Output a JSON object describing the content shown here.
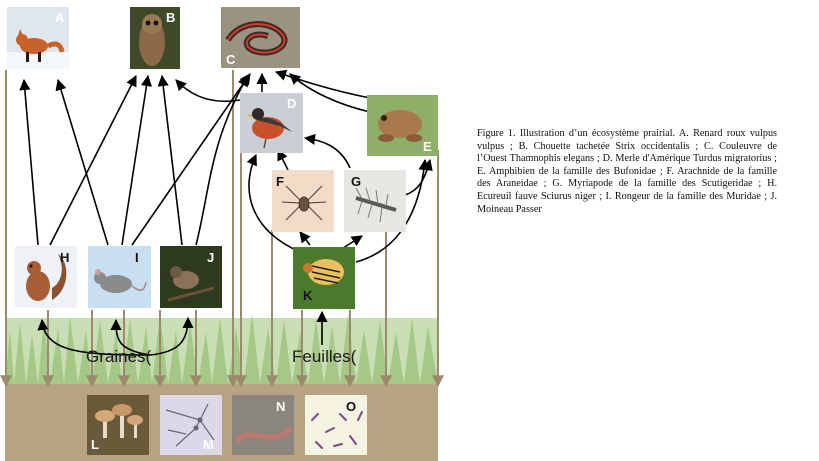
{
  "organisms": {
    "A": {
      "letter": "A",
      "icon": "fox-icon"
    },
    "B": {
      "letter": "B",
      "icon": "owl-icon"
    },
    "C": {
      "letter": "C",
      "icon": "snake-icon"
    },
    "D": {
      "letter": "D",
      "icon": "robin-icon"
    },
    "E": {
      "letter": "E",
      "icon": "toad-icon"
    },
    "F": {
      "letter": "F",
      "icon": "spider-icon"
    },
    "G": {
      "letter": "G",
      "icon": "centipede-icon"
    },
    "H": {
      "letter": "H",
      "icon": "squirrel-icon"
    },
    "I": {
      "letter": "I",
      "icon": "mouse-icon"
    },
    "J": {
      "letter": "J",
      "icon": "sparrow-icon"
    },
    "K": {
      "letter": "K",
      "icon": "beetle-icon"
    },
    "L": {
      "letter": "L",
      "icon": "mushroom-icon"
    },
    "M": {
      "letter": "M",
      "icon": "mold-icon"
    },
    "N": {
      "letter": "N",
      "icon": "earthworm-icon"
    },
    "O": {
      "letter": "O",
      "icon": "bacteria-icon"
    }
  },
  "labels": {
    "seeds": "Graines(",
    "leaves": "Feuilles("
  },
  "caption": {
    "text": "Figure 1. Illustration d’un écosystème prairial. A. Renard roux vulpus vulpus ; B. Chouette tachetée Strix occidentalis ; C. Couleuvre de l’Ouest Thamnophis elegans ; D. Merle d'Amérique Turdus migratorius ; E. Amphibien de la famille des Bufonidae ; F. Arachnide de la famille des Araneidae ; G. Myriapode de la famille des Scutigeridae ; H. Ecureuil fauve Sciurus niger ; I. Rongeur de la famille des Muridae ; J. Moineau Passer"
  },
  "colors": {
    "soil": "#b5a383",
    "grass": "#a9c98a",
    "arrow_tan": "#9c8a6c",
    "arrow_dark": "#000000"
  }
}
